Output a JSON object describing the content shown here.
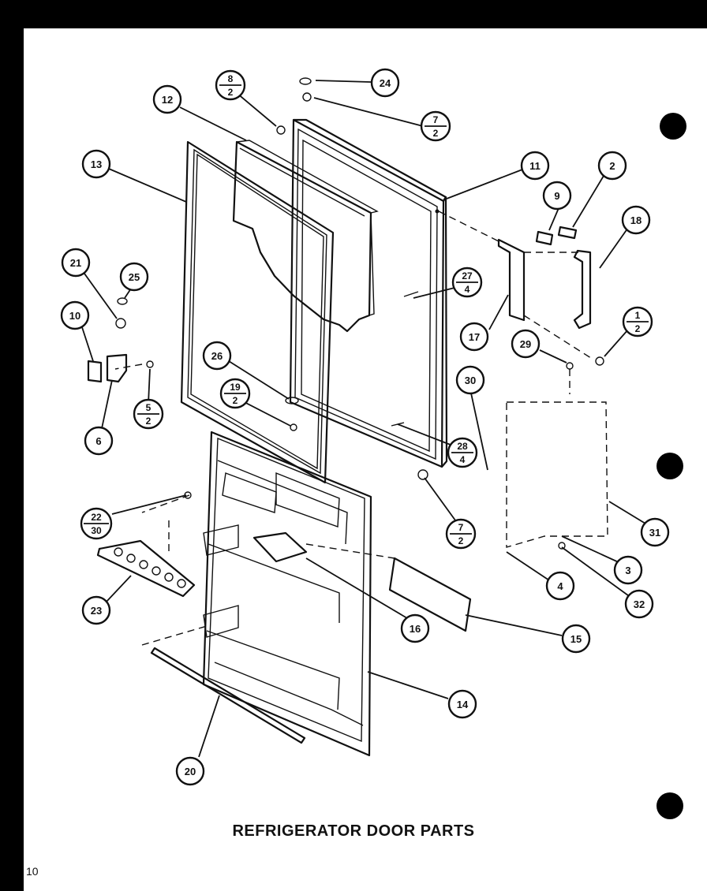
{
  "title": "REFRIGERATOR DOOR PARTS",
  "page_number": "10",
  "callouts": {
    "c1": {
      "top": "1",
      "bottom": "2"
    },
    "c2": {
      "label": "2"
    },
    "c3": {
      "label": "3"
    },
    "c4": {
      "label": "4"
    },
    "c5": {
      "top": "5",
      "bottom": "2"
    },
    "c6": {
      "label": "6"
    },
    "c7a": {
      "top": "7",
      "bottom": "2"
    },
    "c7b": {
      "top": "7",
      "bottom": "2"
    },
    "c8": {
      "top": "8",
      "bottom": "2"
    },
    "c9": {
      "label": "9"
    },
    "c10": {
      "label": "10"
    },
    "c11": {
      "label": "11"
    },
    "c12": {
      "label": "12"
    },
    "c13": {
      "label": "13"
    },
    "c14": {
      "label": "14"
    },
    "c15": {
      "label": "15"
    },
    "c16": {
      "label": "16"
    },
    "c17": {
      "label": "17"
    },
    "c18": {
      "label": "18"
    },
    "c19": {
      "top": "19",
      "bottom": "2"
    },
    "c20": {
      "label": "20"
    },
    "c21": {
      "label": "21"
    },
    "c22": {
      "top": "22",
      "bottom": "30"
    },
    "c23": {
      "label": "23"
    },
    "c24": {
      "label": "24"
    },
    "c25": {
      "label": "25"
    },
    "c26": {
      "label": "26"
    },
    "c27": {
      "top": "27",
      "bottom": "4"
    },
    "c28": {
      "top": "28",
      "bottom": "4"
    },
    "c29": {
      "label": "29"
    },
    "c30": {
      "label": "30"
    },
    "c31": {
      "label": "31"
    },
    "c32": {
      "label": "32"
    }
  }
}
